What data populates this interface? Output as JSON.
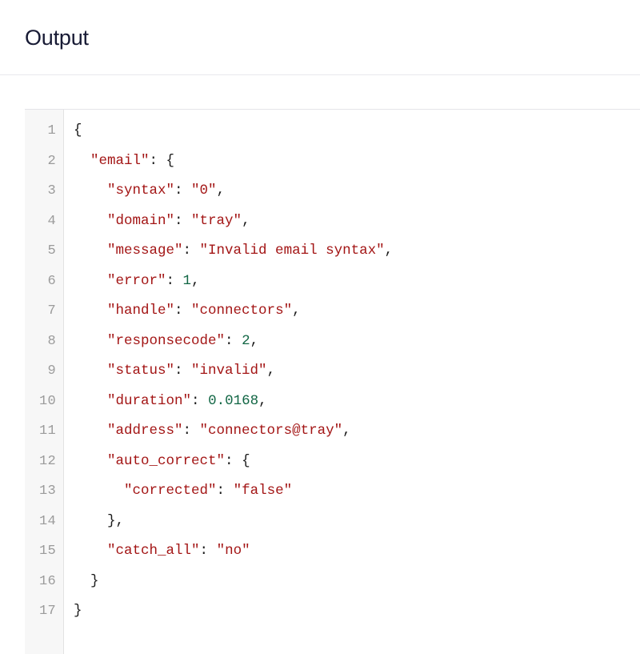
{
  "panel": {
    "title": "Output"
  },
  "code": {
    "language": "json",
    "line_count": 17,
    "line_numbers": [
      "1",
      "2",
      "3",
      "4",
      "5",
      "6",
      "7",
      "8",
      "9",
      "10",
      "11",
      "12",
      "13",
      "14",
      "15",
      "16",
      "17"
    ],
    "colors": {
      "key": "#a31515",
      "string": "#a31515",
      "number": "#116644",
      "punctuation": "#1b1b1b",
      "gutter_text": "#9b9b9b",
      "gutter_bg": "#f7f7f7",
      "heading": "#181b35"
    },
    "raw_text": "{\n  \"email\": {\n    \"syntax\": \"0\",\n    \"domain\": \"tray\",\n    \"message\": \"Invalid email syntax\",\n    \"error\": 1,\n    \"handle\": \"connectors\",\n    \"responsecode\": 2,\n    \"status\": \"invalid\",\n    \"duration\": 0.0168,\n    \"address\": \"connectors@tray\",\n    \"auto_correct\": {\n      \"corrected\": \"false\"\n    },\n    \"catch_all\": \"no\"\n  }\n}",
    "lines": [
      {
        "n": "1",
        "indent": 0,
        "tokens": [
          {
            "t": "punct",
            "v": "{"
          }
        ]
      },
      {
        "n": "2",
        "indent": 2,
        "tokens": [
          {
            "t": "key",
            "v": "\"email\""
          },
          {
            "t": "punct",
            "v": ": "
          },
          {
            "t": "punct",
            "v": "{"
          }
        ]
      },
      {
        "n": "3",
        "indent": 4,
        "tokens": [
          {
            "t": "key",
            "v": "\"syntax\""
          },
          {
            "t": "punct",
            "v": ": "
          },
          {
            "t": "str",
            "v": "\"0\""
          },
          {
            "t": "punct",
            "v": ","
          }
        ]
      },
      {
        "n": "4",
        "indent": 4,
        "tokens": [
          {
            "t": "key",
            "v": "\"domain\""
          },
          {
            "t": "punct",
            "v": ": "
          },
          {
            "t": "str",
            "v": "\"tray\""
          },
          {
            "t": "punct",
            "v": ","
          }
        ]
      },
      {
        "n": "5",
        "indent": 4,
        "tokens": [
          {
            "t": "key",
            "v": "\"message\""
          },
          {
            "t": "punct",
            "v": ": "
          },
          {
            "t": "str",
            "v": "\"Invalid email syntax\""
          },
          {
            "t": "punct",
            "v": ","
          }
        ]
      },
      {
        "n": "6",
        "indent": 4,
        "tokens": [
          {
            "t": "key",
            "v": "\"error\""
          },
          {
            "t": "punct",
            "v": ": "
          },
          {
            "t": "num",
            "v": "1"
          },
          {
            "t": "punct",
            "v": ","
          }
        ]
      },
      {
        "n": "7",
        "indent": 4,
        "tokens": [
          {
            "t": "key",
            "v": "\"handle\""
          },
          {
            "t": "punct",
            "v": ": "
          },
          {
            "t": "str",
            "v": "\"connectors\""
          },
          {
            "t": "punct",
            "v": ","
          }
        ]
      },
      {
        "n": "8",
        "indent": 4,
        "tokens": [
          {
            "t": "key",
            "v": "\"responsecode\""
          },
          {
            "t": "punct",
            "v": ": "
          },
          {
            "t": "num",
            "v": "2"
          },
          {
            "t": "punct",
            "v": ","
          }
        ]
      },
      {
        "n": "9",
        "indent": 4,
        "tokens": [
          {
            "t": "key",
            "v": "\"status\""
          },
          {
            "t": "punct",
            "v": ": "
          },
          {
            "t": "str",
            "v": "\"invalid\""
          },
          {
            "t": "punct",
            "v": ","
          }
        ]
      },
      {
        "n": "10",
        "indent": 4,
        "tokens": [
          {
            "t": "key",
            "v": "\"duration\""
          },
          {
            "t": "punct",
            "v": ": "
          },
          {
            "t": "num",
            "v": "0.0168"
          },
          {
            "t": "punct",
            "v": ","
          }
        ]
      },
      {
        "n": "11",
        "indent": 4,
        "tokens": [
          {
            "t": "key",
            "v": "\"address\""
          },
          {
            "t": "punct",
            "v": ": "
          },
          {
            "t": "str",
            "v": "\"connectors@tray\""
          },
          {
            "t": "punct",
            "v": ","
          }
        ]
      },
      {
        "n": "12",
        "indent": 4,
        "tokens": [
          {
            "t": "key",
            "v": "\"auto_correct\""
          },
          {
            "t": "punct",
            "v": ": "
          },
          {
            "t": "punct",
            "v": "{"
          }
        ]
      },
      {
        "n": "13",
        "indent": 6,
        "tokens": [
          {
            "t": "key",
            "v": "\"corrected\""
          },
          {
            "t": "punct",
            "v": ": "
          },
          {
            "t": "str",
            "v": "\"false\""
          }
        ]
      },
      {
        "n": "14",
        "indent": 4,
        "tokens": [
          {
            "t": "punct",
            "v": "},"
          }
        ]
      },
      {
        "n": "15",
        "indent": 4,
        "tokens": [
          {
            "t": "key",
            "v": "\"catch_all\""
          },
          {
            "t": "punct",
            "v": ": "
          },
          {
            "t": "str",
            "v": "\"no\""
          }
        ]
      },
      {
        "n": "16",
        "indent": 2,
        "tokens": [
          {
            "t": "punct",
            "v": "}"
          }
        ]
      },
      {
        "n": "17",
        "indent": 0,
        "tokens": [
          {
            "t": "punct",
            "v": "}"
          }
        ]
      }
    ]
  }
}
